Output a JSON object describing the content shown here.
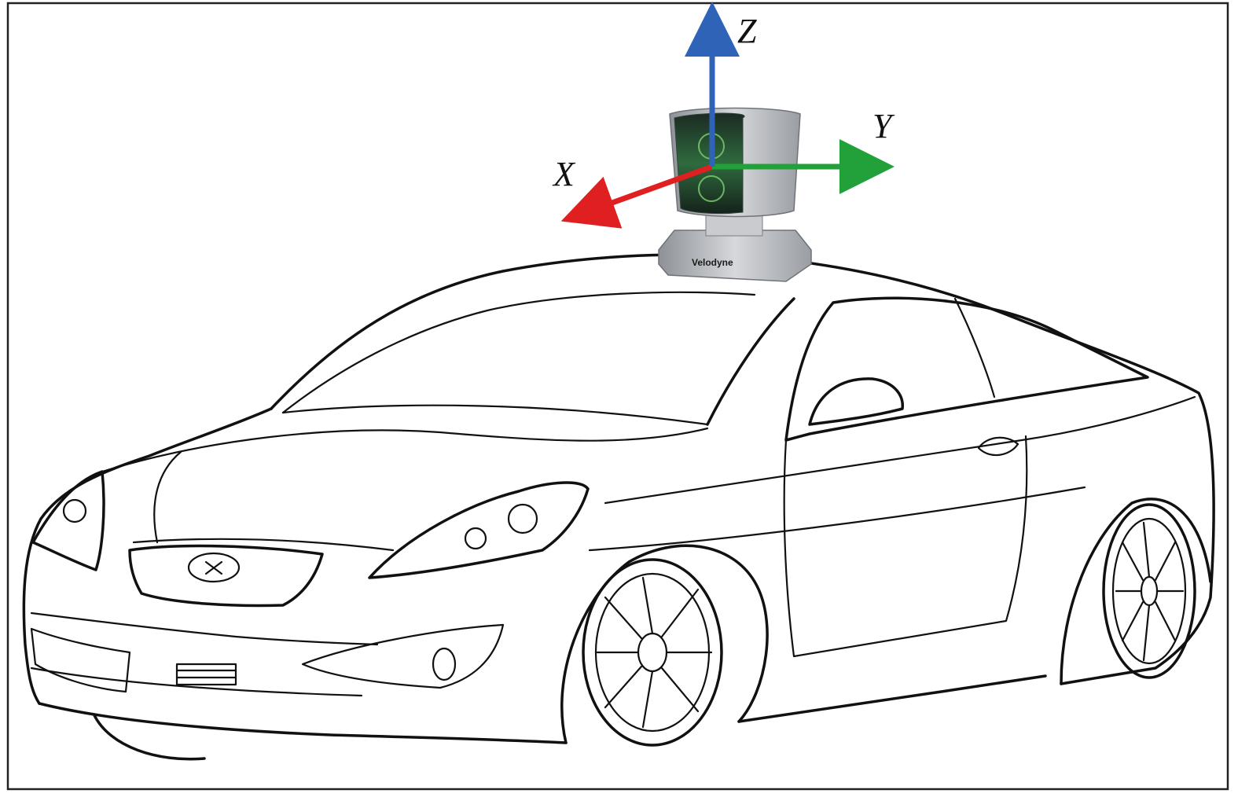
{
  "figure": {
    "axes": {
      "x": {
        "label": "X",
        "color": "#e02020"
      },
      "y": {
        "label": "Y",
        "color": "#22a03a"
      },
      "z": {
        "label": "Z",
        "color": "#2f63b8"
      }
    },
    "sensor": {
      "brand": "Velodyne"
    },
    "colors": {
      "frame": "#222222",
      "outline": "#111111",
      "sensor_body": "#b9bcc0"
    },
    "icons": {
      "car": "car-line-drawing",
      "sensor": "lidar-sensor-icon",
      "grille_logo": "car-logo-icon"
    }
  }
}
